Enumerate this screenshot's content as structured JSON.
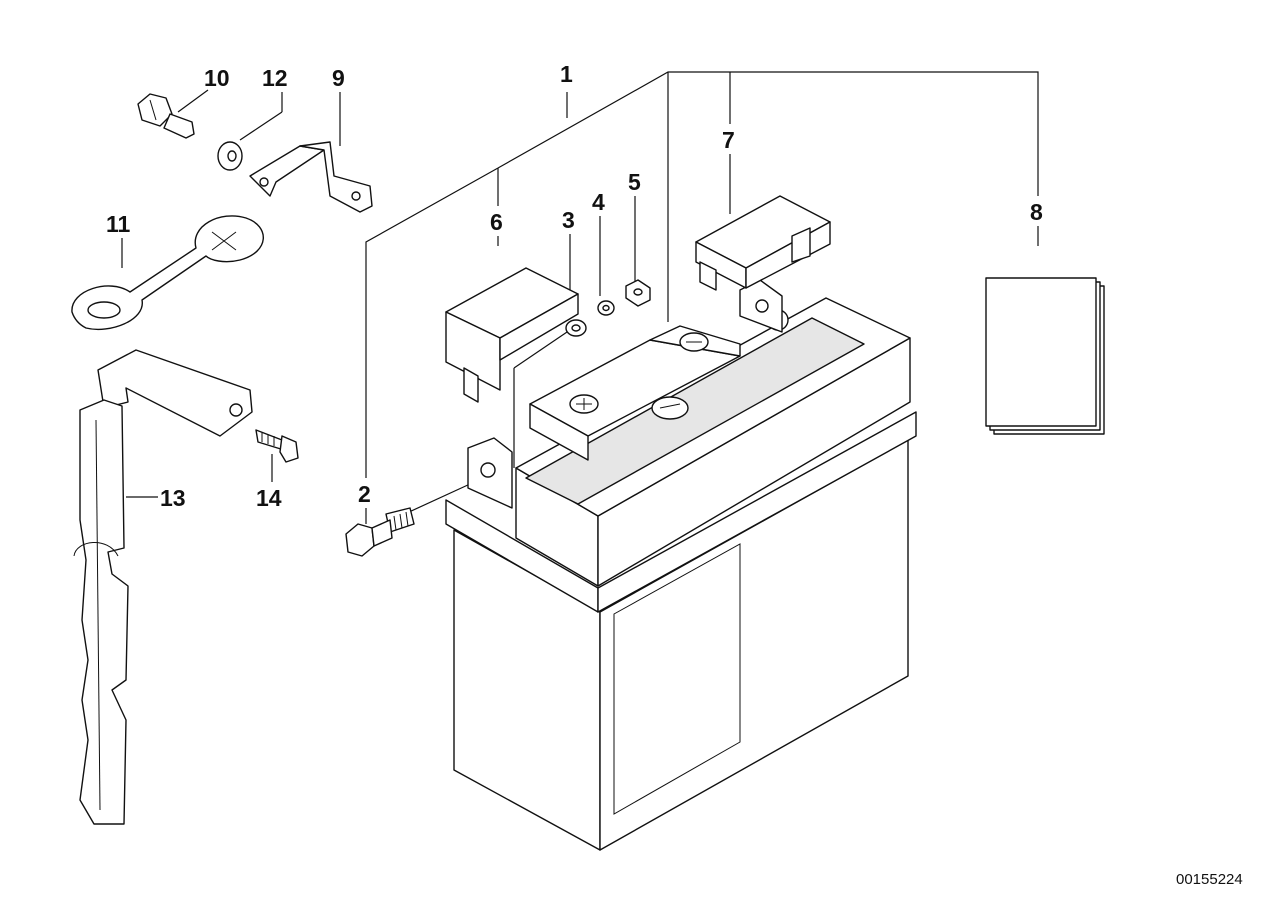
{
  "diagram": {
    "reference_number": "00155224",
    "callouts": {
      "c1": "1",
      "c2": "2",
      "c3": "3",
      "c4": "4",
      "c5": "5",
      "c6": "6",
      "c7": "7",
      "c8": "8",
      "c9": "9",
      "c10": "10",
      "c11": "11",
      "c12": "12",
      "c13": "13",
      "c14": "14"
    }
  }
}
